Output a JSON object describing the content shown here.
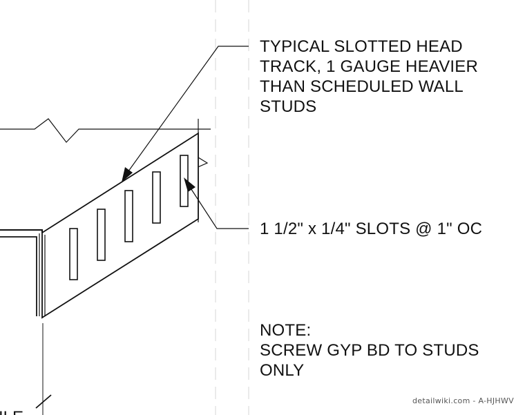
{
  "callouts": {
    "head_track": [
      "TYPICAL SLOTTED HEAD",
      "TRACK, 1 GAUGE HEAVIER",
      "THAN SCHEDULED WALL",
      "STUDS"
    ],
    "slots": "1 1/2\" x 1/4\" SLOTS @ 1\" OC",
    "note": [
      "NOTE:",
      "SCREW GYP BD TO STUDS",
      "ONLY"
    ]
  },
  "cut_off_label": "ILE",
  "watermark": "detailwiki.com - A-HJHWV",
  "colors": {
    "line": "#111111",
    "dashed_guide": "#cfcfcf",
    "background": "#ffffff"
  }
}
